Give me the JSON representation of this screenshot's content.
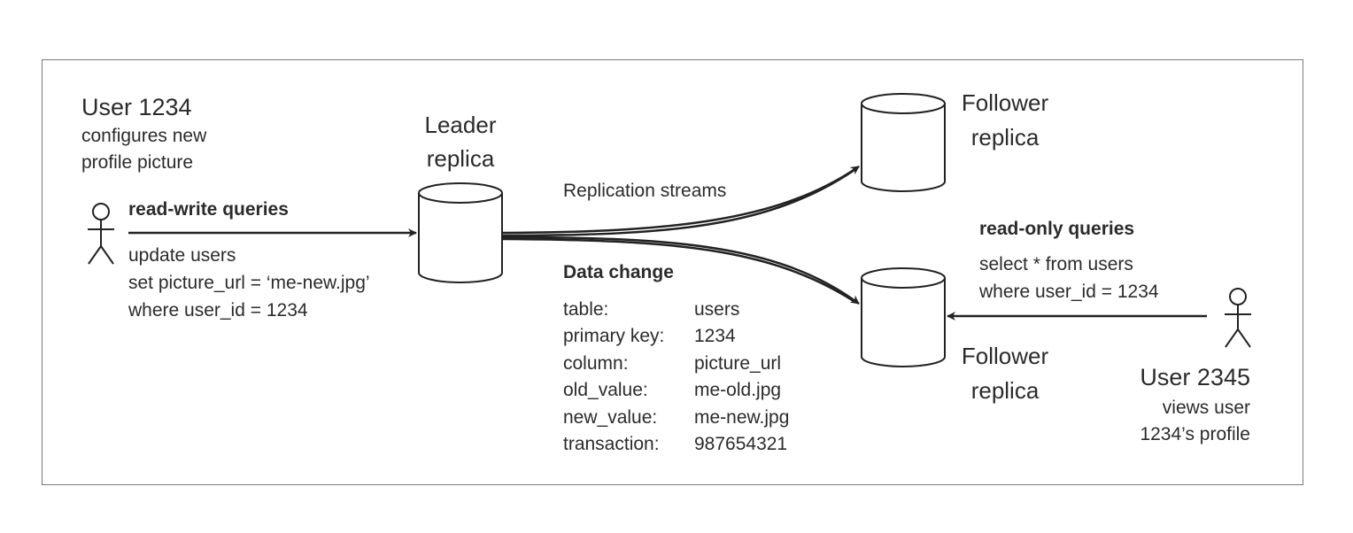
{
  "user_a": {
    "name": "User 1234",
    "desc_line1": "configures new",
    "desc_line2": "profile picture"
  },
  "write_queries": {
    "label": "read-write queries",
    "line1": "update users",
    "line2": "set picture_url = ‘me-new.jpg’",
    "line3": "where user_id = 1234"
  },
  "leader": {
    "line1": "Leader",
    "line2": "replica"
  },
  "replication": {
    "label": "Replication streams"
  },
  "follower_top": {
    "line1": "Follower",
    "line2": "replica"
  },
  "follower_bottom": {
    "line1": "Follower",
    "line2": "replica"
  },
  "data_change": {
    "title": "Data change",
    "rows": [
      {
        "key": "table:",
        "value": "users"
      },
      {
        "key": "primary key:",
        "value": "1234"
      },
      {
        "key": "column:",
        "value": "picture_url"
      },
      {
        "key": "old_value:",
        "value": "me-old.jpg"
      },
      {
        "key": "new_value:",
        "value": "me-new.jpg"
      },
      {
        "key": "transaction:",
        "value": "987654321"
      }
    ]
  },
  "read_queries": {
    "label": "read-only queries",
    "line1": "select * from users",
    "line2": "where user_id = 1234"
  },
  "user_b": {
    "name": "User 2345",
    "desc_line1": "views user",
    "desc_line2": "1234’s profile"
  }
}
